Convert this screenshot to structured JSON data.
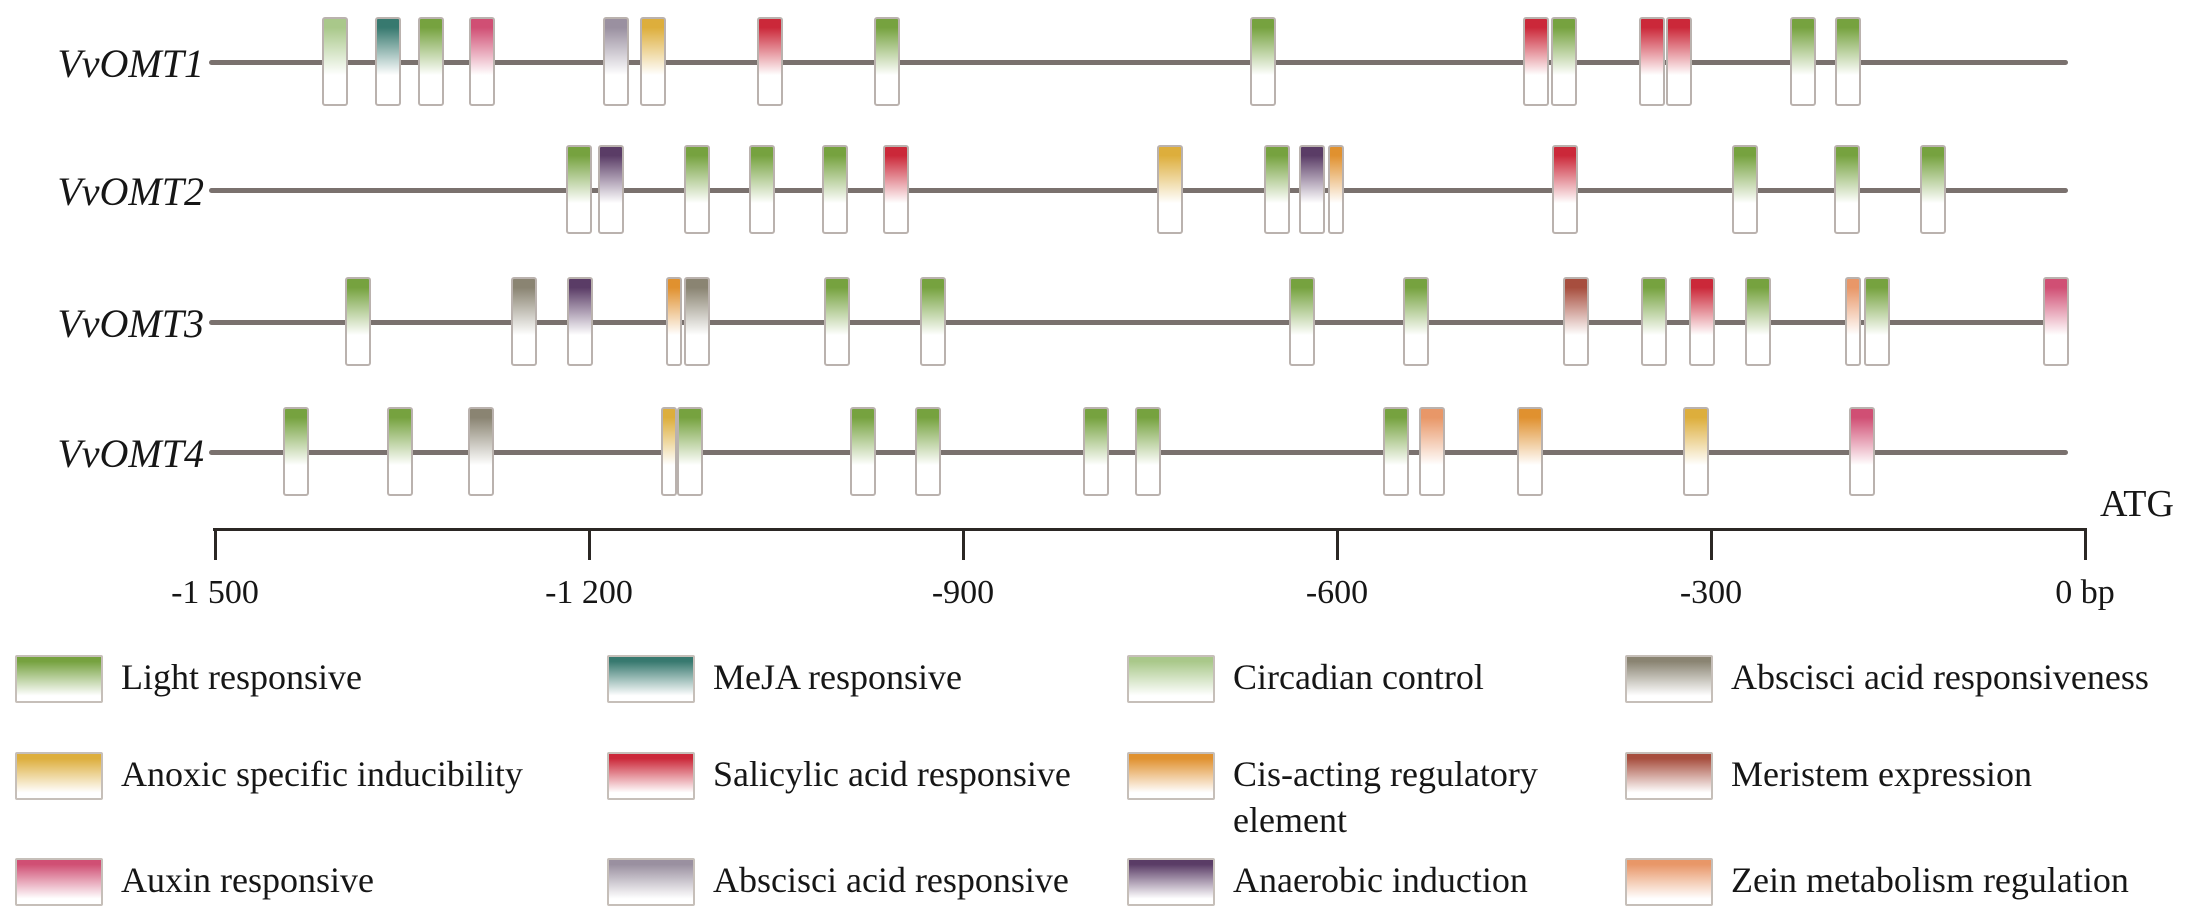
{
  "element_types": {
    "light": {
      "label": "Light responsive",
      "color": "#76a23f"
    },
    "anoxic": {
      "label": "Anoxic specific inducibility",
      "color": "#ddae3c"
    },
    "auxin": {
      "label": "Auxin responsive",
      "color": "#d04f74"
    },
    "meja": {
      "label": "MeJA responsive",
      "color": "#37796f"
    },
    "salicylic": {
      "label": "Salicylic acid responsive",
      "color": "#cb2839"
    },
    "aba_responsive": {
      "label": "Abscisci acid responsive",
      "color": "#9a90a0"
    },
    "circadian": {
      "label": "Circadian control",
      "color": "#a9c88a"
    },
    "cis_acting": {
      "label": "Cis-acting regulatory element",
      "color": "#e0912f"
    },
    "anaerobic": {
      "label": "Anaerobic induction",
      "color": "#5a3c66"
    },
    "aba_responsiveness": {
      "label": "Abscisci acid responsiveness",
      "color": "#8a8472"
    },
    "meristem": {
      "label": "Meristem expression",
      "color": "#a74e3e"
    },
    "zein": {
      "label": "Zein metabolism regulation",
      "color": "#e89768"
    }
  },
  "genes": [
    {
      "name": "VvOMT1",
      "elements": [
        {
          "bp": -1404,
          "type": "circadian"
        },
        {
          "bp": -1361,
          "type": "meja"
        },
        {
          "bp": -1327,
          "type": "light"
        },
        {
          "bp": -1286,
          "type": "auxin"
        },
        {
          "bp": -1178,
          "type": "aba_responsive"
        },
        {
          "bp": -1149,
          "type": "anoxic"
        },
        {
          "bp": -1055,
          "type": "salicylic"
        },
        {
          "bp": -961,
          "type": "light"
        },
        {
          "bp": -659,
          "type": "light"
        },
        {
          "bp": -440,
          "type": "salicylic"
        },
        {
          "bp": -418,
          "type": "light"
        },
        {
          "bp": -347,
          "type": "salicylic"
        },
        {
          "bp": -326,
          "type": "salicylic"
        },
        {
          "bp": -226,
          "type": "light"
        },
        {
          "bp": -190,
          "type": "light"
        }
      ]
    },
    {
      "name": "VvOMT2",
      "elements": [
        {
          "bp": -1208,
          "type": "light"
        },
        {
          "bp": -1182,
          "type": "anaerobic"
        },
        {
          "bp": -1113,
          "type": "light"
        },
        {
          "bp": -1061,
          "type": "light"
        },
        {
          "bp": -1003,
          "type": "light"
        },
        {
          "bp": -954,
          "type": "salicylic"
        },
        {
          "bp": -734,
          "type": "anoxic"
        },
        {
          "bp": -648,
          "type": "light"
        },
        {
          "bp": -620,
          "type": "anaerobic"
        },
        {
          "bp": -601,
          "type": "cis_acting",
          "narrow": true
        },
        {
          "bp": -417,
          "type": "salicylic"
        },
        {
          "bp": -273,
          "type": "light"
        },
        {
          "bp": -191,
          "type": "light"
        },
        {
          "bp": -122,
          "type": "light"
        }
      ]
    },
    {
      "name": "VvOMT3",
      "elements": [
        {
          "bp": -1385,
          "type": "light"
        },
        {
          "bp": -1252,
          "type": "aba_responsiveness"
        },
        {
          "bp": -1207,
          "type": "anaerobic"
        },
        {
          "bp": -1132,
          "type": "cis_acting",
          "narrow": true
        },
        {
          "bp": -1113,
          "type": "aba_responsiveness"
        },
        {
          "bp": -1001,
          "type": "light"
        },
        {
          "bp": -924,
          "type": "light"
        },
        {
          "bp": -628,
          "type": "light"
        },
        {
          "bp": -537,
          "type": "light"
        },
        {
          "bp": -408,
          "type": "meristem"
        },
        {
          "bp": -346,
          "type": "light"
        },
        {
          "bp": -307,
          "type": "salicylic"
        },
        {
          "bp": -262,
          "type": "light"
        },
        {
          "bp": -186,
          "type": "zein",
          "narrow": true
        },
        {
          "bp": -167,
          "type": "light"
        },
        {
          "bp": -23,
          "type": "auxin"
        }
      ]
    },
    {
      "name": "VvOMT4",
      "elements": [
        {
          "bp": -1435,
          "type": "light"
        },
        {
          "bp": -1352,
          "type": "light"
        },
        {
          "bp": -1287,
          "type": "aba_responsiveness"
        },
        {
          "bp": -1136,
          "type": "anoxic",
          "narrow": true
        },
        {
          "bp": -1119,
          "type": "light"
        },
        {
          "bp": -980,
          "type": "light"
        },
        {
          "bp": -928,
          "type": "light"
        },
        {
          "bp": -793,
          "type": "light"
        },
        {
          "bp": -752,
          "type": "light"
        },
        {
          "bp": -553,
          "type": "light"
        },
        {
          "bp": -524,
          "type": "zein"
        },
        {
          "bp": -445,
          "type": "cis_acting"
        },
        {
          "bp": -312,
          "type": "anoxic"
        },
        {
          "bp": -179,
          "type": "auxin"
        }
      ]
    }
  ],
  "axis": {
    "atg_label": "ATG",
    "ticks": [
      {
        "label": "-1 500",
        "bp": -1500
      },
      {
        "label": "-1 200",
        "bp": -1200
      },
      {
        "label": "-900",
        "bp": -900
      },
      {
        "label": "-600",
        "bp": -600
      },
      {
        "label": "-300",
        "bp": -300
      },
      {
        "label": "0 bp",
        "bp": 0
      }
    ]
  },
  "legend": {
    "columns": [
      [
        {
          "type": "light",
          "label_lines": [
            "Light responsive"
          ]
        },
        {
          "type": "anoxic",
          "label_lines": [
            "Anoxic specific inducibility"
          ]
        },
        {
          "type": "auxin",
          "label_lines": [
            "Auxin responsive"
          ]
        }
      ],
      [
        {
          "type": "meja",
          "label_lines": [
            "MeJA responsive"
          ]
        },
        {
          "type": "salicylic",
          "label_lines": [
            "Salicylic acid responsive"
          ]
        },
        {
          "type": "aba_responsive",
          "label_lines": [
            "Abscisci acid responsive"
          ]
        }
      ],
      [
        {
          "type": "circadian",
          "label_lines": [
            "Circadian control"
          ]
        },
        {
          "type": "cis_acting",
          "label_lines": [
            "Cis-acting regulatory",
            "element"
          ]
        },
        {
          "type": "anaerobic",
          "label_lines": [
            "Anaerobic induction"
          ]
        }
      ],
      [
        {
          "type": "aba_responsiveness",
          "label_lines": [
            "Abscisci acid responsiveness"
          ]
        },
        {
          "type": "meristem",
          "label_lines": [
            "Meristem expression"
          ]
        },
        {
          "type": "zein",
          "label_lines": [
            "Zein metabolism regulation"
          ]
        }
      ]
    ]
  }
}
